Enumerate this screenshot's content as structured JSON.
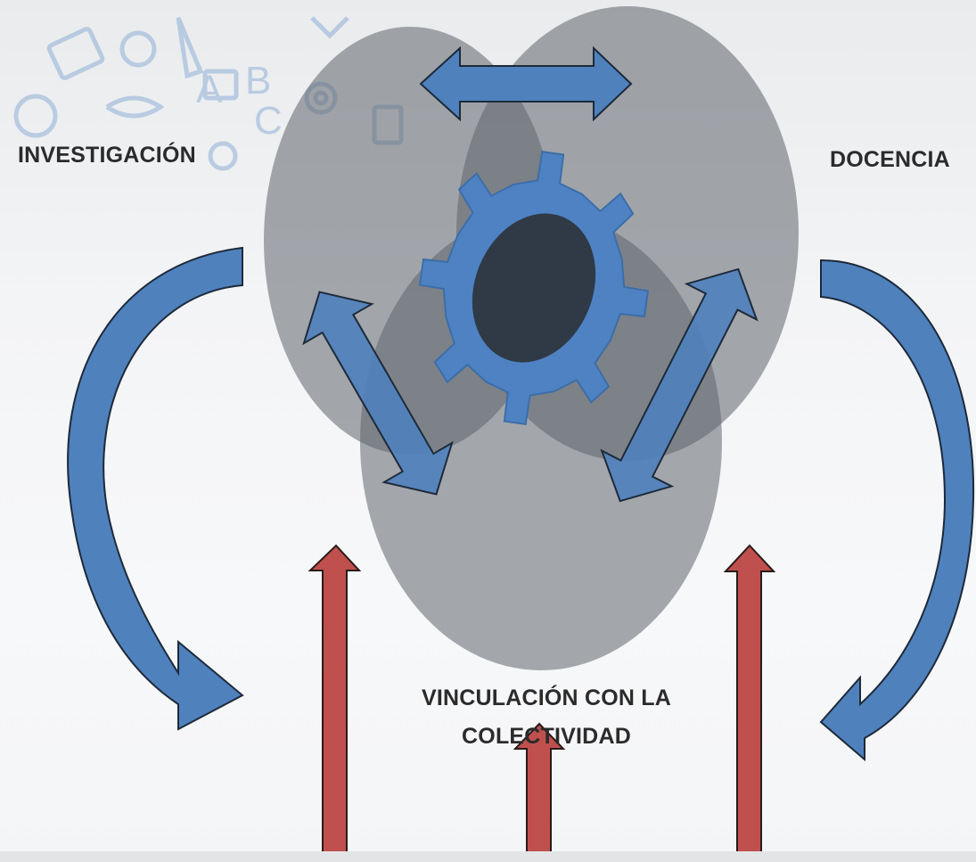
{
  "diagram": {
    "labels": {
      "investigacion": "INVESTIGACIÓN",
      "docencia": "DOCENCIA",
      "vinculacion": "VINCULACIÓN CON LA COLECTIVIDAD"
    },
    "colors": {
      "ellipse_fill": "#7b808a",
      "gear": "#4e82c3",
      "gear_hole": "#2f3a46",
      "blue_arrow": "#4f81bd",
      "red_arrow": "#c0504d",
      "background": "#f3f4f6"
    },
    "icons": [
      "gear-icon",
      "education-doodle-icons"
    ]
  }
}
